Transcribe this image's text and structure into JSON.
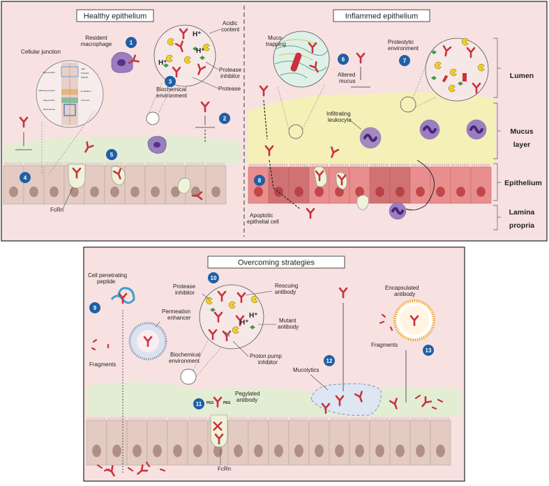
{
  "top_panel": {
    "healthy_title": "Healthy epithelium",
    "inflamed_title": "Inflammed epithelium",
    "labels": {
      "cellular_junction": "Cellular junction",
      "resident_macrophage": "Resident macrophage",
      "acidic_content": "Acidic content",
      "protease_inhibitor": "Protease inhibitor",
      "protease": "Protease",
      "biochemical_environment": "Biochemical environment",
      "fcrn": "FcRn",
      "muco_trapping": "Muco-trapping",
      "altered_mucus": "Altered mucus",
      "proteolytic_environment": "Proteolytic environment",
      "infiltrating_leukocyte": "Infiltrating leukocyte",
      "apoptotic_cell": "Apoptotic epithelial cell",
      "h_plus": "H⁺"
    },
    "junction_labels": {
      "tight": "Tight junction",
      "jam": "JAM",
      "occludin": "Occludin",
      "claudin": "Claudin",
      "adherens": "Adherens junction",
      "ecadherin": "E-cadherin",
      "gap": "Gap junction",
      "connexin": "Connexin",
      "desmosome": "Desmosome"
    },
    "side_labels": {
      "lumen": "Lumen",
      "mucus": "Mucus layer",
      "epithelium": "Epithelium",
      "lamina": "Lamina propria"
    },
    "numbers": [
      "1",
      "2",
      "3",
      "4",
      "5",
      "6",
      "7",
      "8"
    ]
  },
  "bottom_panel": {
    "title": "Overcoming strategies",
    "labels": {
      "cell_penetrating_peptide": "Cell penetrating peptide",
      "permeation_enhancer": "Permeation enhancer",
      "fragments_left": "Fragments",
      "protease_inhibitor": "Protease inhibitor",
      "rescuing_antibody": "Rescuing antibody",
      "mutant_antibody": "Mutant antibody",
      "biochemical_environment": "Biochemical environment",
      "proton_pump_inhibitor": "Proton pump inhibitor",
      "pegylated_antibody": "Pegylated antibody",
      "peg": "PEG",
      "mucolytics": "Mucolytics",
      "encapsulated_antibody": "Encapsulated antibody",
      "fragments_right": "Fragments",
      "fcrn": "FcRn",
      "h_plus": "H⁺"
    },
    "numbers": [
      "9",
      "10",
      "11",
      "12",
      "13"
    ]
  },
  "colors": {
    "panel_bg": "#f7e1e1",
    "mucus_healthy": "#e3edd4",
    "mucus_inflamed": "#f4f0b8",
    "cell_healthy": "#e3cbc3",
    "cell_inflamed": "#e88e8e",
    "nucleus": "#b08f84",
    "antibody": "#c9323e",
    "badge": "#1f5fa6",
    "macrophage": "#8e6ab3",
    "protease_yellow": "#f2d025",
    "inhibitor_green": "#3f9a4a"
  }
}
